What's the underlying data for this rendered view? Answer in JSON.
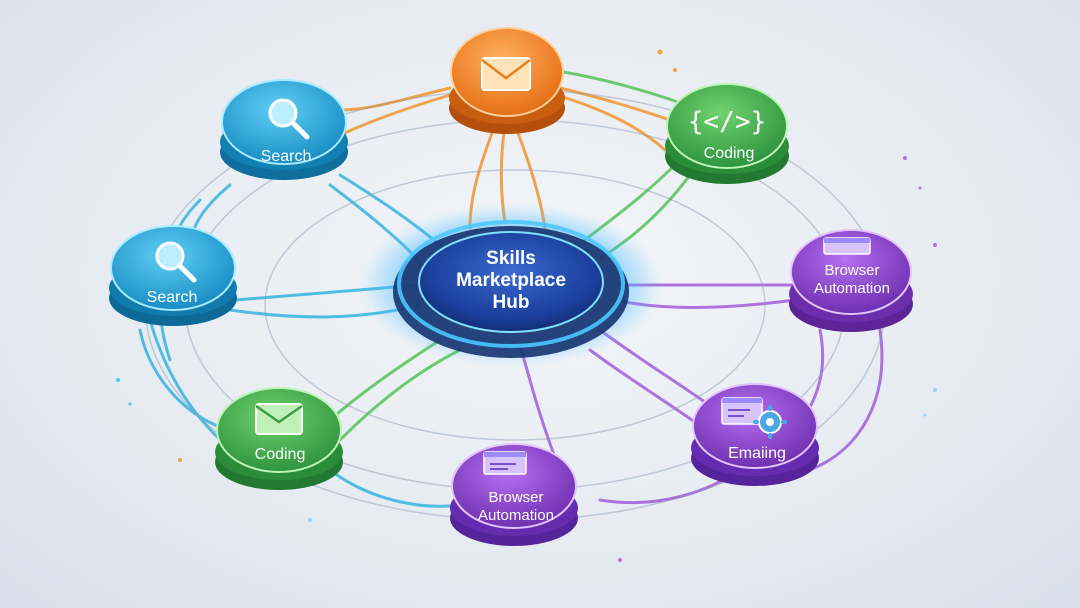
{
  "hub": {
    "line1": "Skills",
    "line2": "Marketplace",
    "line3": "Hub"
  },
  "nodes": {
    "email_top": {
      "label": "",
      "icon": "envelope-icon",
      "color": "#f07a1a"
    },
    "search_1": {
      "label": "Search",
      "icon": "magnifier-icon",
      "color": "#1aa7d8"
    },
    "coding_top": {
      "label": "Coding",
      "icon": "code-brackets-icon",
      "color": "#3cae4a"
    },
    "search_2": {
      "label": "Search",
      "icon": "magnifier-icon",
      "color": "#1a9fd0"
    },
    "browser_right": {
      "line1": "Browser",
      "line2": "Automation",
      "icon": "browser-window-icon",
      "color": "#8e3fc6"
    },
    "coding_bottom": {
      "label": "Coding",
      "icon": "envelope-icon",
      "color": "#35a94b"
    },
    "browser_bottom": {
      "line1": "Browser",
      "line2": "Automation",
      "icon": "browser-window-icon",
      "color": "#7a3fd0"
    },
    "emailing": {
      "label": "Emaiing",
      "icon": "browser-gear-icon",
      "color": "#7b36c0"
    }
  },
  "colors": {
    "hub_core": "#1a3f9a",
    "hub_glow": "#39b6ff",
    "orange": "#f07a1a",
    "blue": "#1aa7d8",
    "green": "#3cae4a",
    "purple": "#8e3fc6"
  }
}
